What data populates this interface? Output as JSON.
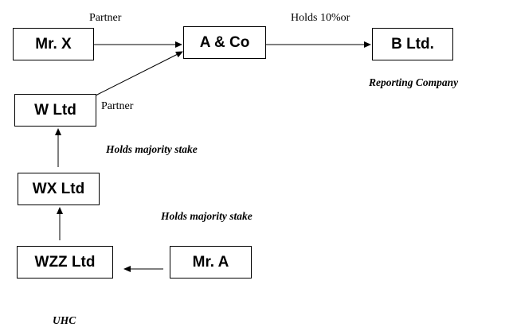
{
  "entities": {
    "mr_x": "Mr. X",
    "a_co": "A & Co",
    "b_ltd": "B Ltd.",
    "w_ltd": "W Ltd",
    "wx_ltd": "WX Ltd",
    "wzz_ltd": "WZZ Ltd",
    "mr_a": "Mr. A"
  },
  "labels": {
    "partner_top": "Partner",
    "holds": "Holds 10%or",
    "reporting_company": "Reporting Company",
    "partner_w": "Partner",
    "holds_majority_1": "Holds majority stake",
    "holds_majority_2": "Holds majority stake",
    "uhc": "UHC"
  }
}
